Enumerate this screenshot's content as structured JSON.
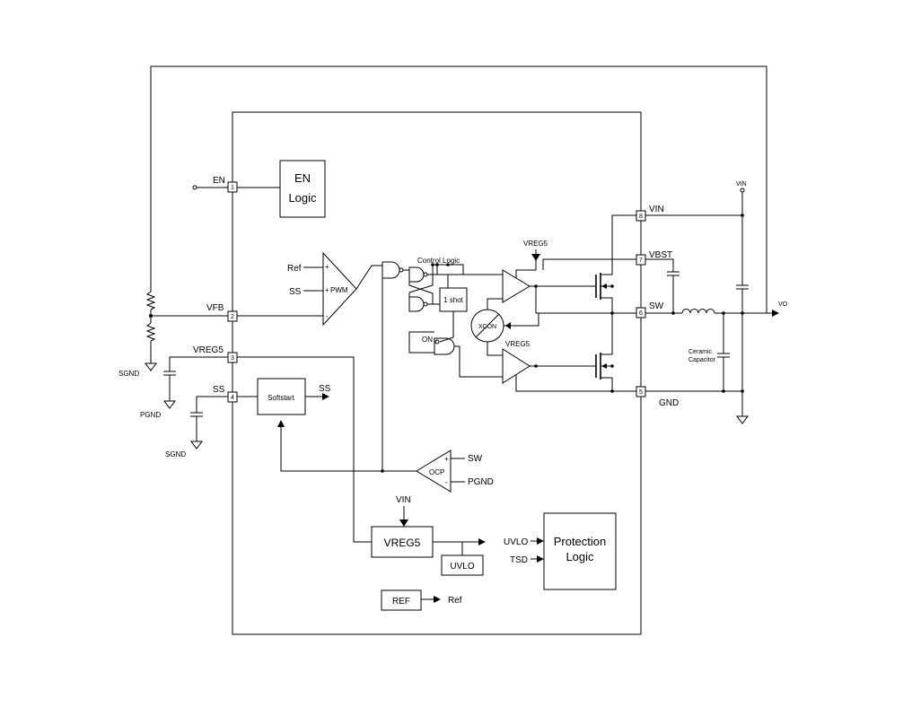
{
  "pins": {
    "p1": {
      "num": "1",
      "name": "EN"
    },
    "p2": {
      "num": "2",
      "name": "VFB"
    },
    "p3": {
      "num": "3",
      "name": "VREG5"
    },
    "p4": {
      "num": "4",
      "name": "SS"
    },
    "p5": {
      "num": "5",
      "name": "GND"
    },
    "p6": {
      "num": "6",
      "name": "SW"
    },
    "p7": {
      "num": "7",
      "name": "VBST"
    },
    "p8": {
      "num": "8",
      "name": "VIN"
    }
  },
  "blocks": {
    "en_logic": [
      "EN",
      "Logic"
    ],
    "pwm": "PWM",
    "control_logic": "Control Logic",
    "one_shot": "1 shot",
    "xcon": "XCON",
    "softstart": "Softstart",
    "ocp": "OCP",
    "vreg5": "VREG5",
    "uvlo": "UVLO",
    "protection": [
      "Protection",
      "Logic"
    ],
    "ref": "REF"
  },
  "signals": {
    "ref": "Ref",
    "ss": "SS",
    "on": "ON",
    "vreg5_top": "VREG5",
    "vreg5_low": "VREG5",
    "ocp_sw": "SW",
    "ocp_pgnd": "PGND",
    "vin_in": "VIN",
    "uvlo_in": "UVLO",
    "tsd_in": "TSD",
    "ref_out": "Ref",
    "ss_out": "SS"
  },
  "external": {
    "sgnd_top": "SGND",
    "pgnd": "PGND",
    "sgnd_bottom": "SGND",
    "vin": "VIN",
    "vo": "VO",
    "ceramic_cap": [
      "Ceramic",
      "Capacitor"
    ]
  },
  "comparator_signs": {
    "plus": "+",
    "minus": "-"
  }
}
